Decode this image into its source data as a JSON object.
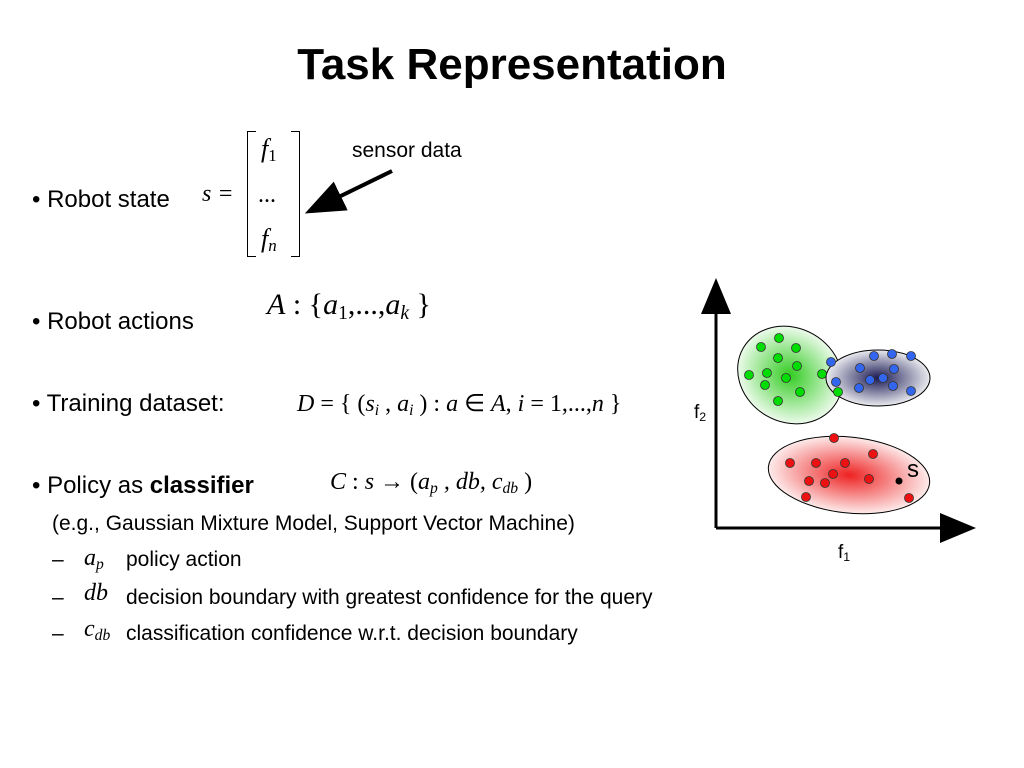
{
  "slide": {
    "title": "Task Representation",
    "bullet_glyph": "•",
    "dash_glyph": "–",
    "bullets": {
      "robot_state": "Robot state",
      "robot_actions": "Robot actions",
      "training_dataset": "Training dataset:",
      "policy_prefix": "Policy as ",
      "policy_bold": "classifier"
    },
    "example_line": "(e.g., Gaussian Mixture Model, Support Vector Machine)",
    "subitems": [
      {
        "desc": "policy action"
      },
      {
        "desc": "decision boundary with greatest confidence for the query"
      },
      {
        "desc": "classification confidence w.r.t. decision boundary"
      }
    ],
    "annotation": "sensor data"
  },
  "math": {
    "state_lhs": "s =",
    "f": "f",
    "one": "1",
    "n": "n",
    "ellipsis": "...",
    "actions": {
      "A": "A",
      "colon_brace": " : {",
      "a": "a",
      "one": "1",
      "dots": ",...,",
      "k": "k",
      "close": " }"
    },
    "dataset": {
      "D": "D",
      "eq": " = { (",
      "s": "s",
      "i": "i",
      "comma": " , ",
      "a": "a",
      "close_paren": " ) : ",
      "a2": "a",
      "in": " ∈ ",
      "A": "A",
      "comma2": ", ",
      "i2": "i",
      "eq2": " = 1,...,",
      "n": "n",
      "close": " }"
    },
    "policy": {
      "C": "C",
      "colon": " : ",
      "s": "s",
      "arrow": " → (",
      "a": "a",
      "p": "p",
      "mid": " , db, ",
      "c": "c",
      "db": "db",
      "close": " )"
    },
    "sub_symbols": {
      "a": "a",
      "p": "p",
      "db": "db",
      "c": "c",
      "cdb": "db"
    }
  },
  "figure": {
    "x_axis_label": "f",
    "x_axis_sub": "1",
    "y_axis_label": "f",
    "y_axis_sub": "2",
    "query_label": "s",
    "colors": {
      "green": "#00dd00",
      "blue": "#3366ee",
      "red": "#ee1111",
      "axis": "#000000"
    }
  }
}
